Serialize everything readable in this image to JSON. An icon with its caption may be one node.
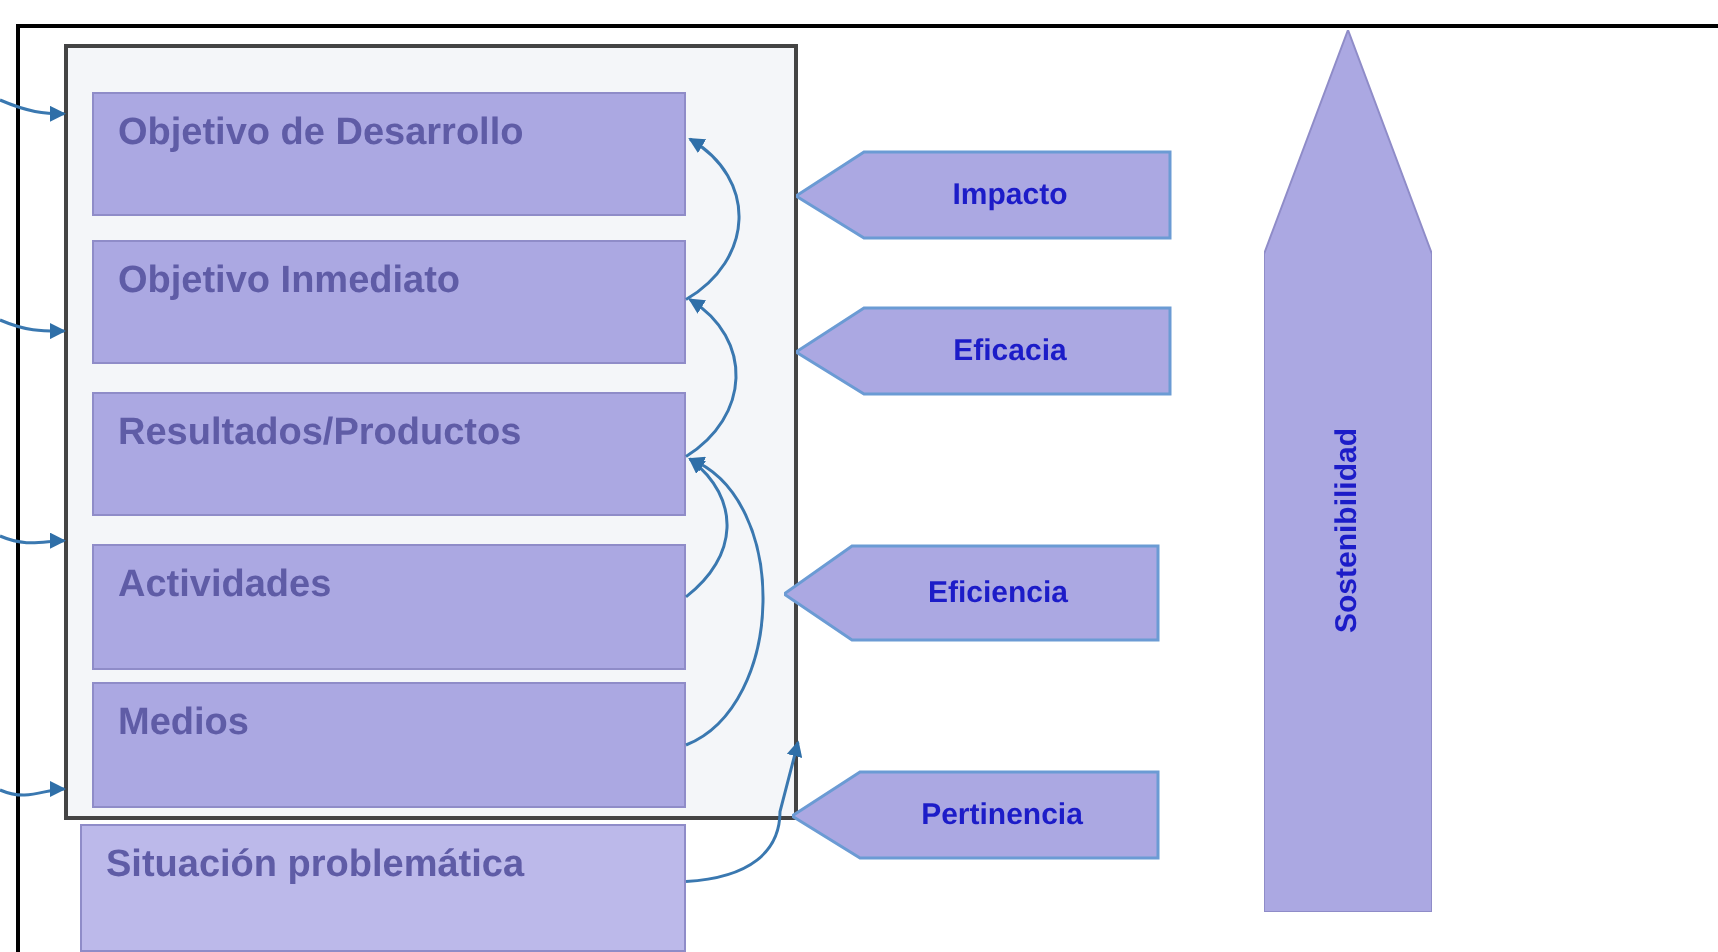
{
  "diagram": {
    "nodes": [
      {
        "text": [],
        "shape": "box"
      },
      {
        "text": [
          "Objetivo de Desarrollo"
        ],
        "in": 0
      },
      {
        "text": [
          "Objetivo Inmediato"
        ],
        "in": 0
      },
      {
        "text": [
          "Resultados/Productos"
        ],
        "in": 0
      },
      {
        "text": [
          "Actividades"
        ],
        "in": 0
      },
      {
        "text": [
          "Medios"
        ],
        "in": 0
      },
      {
        "text": [
          "Situación problemática"
        ]
      },
      {
        "text": [
          "Impacto"
        ]
      },
      {
        "text": [
          "Eficacia"
        ]
      },
      {
        "text": [
          "Eficiencia"
        ]
      },
      {
        "text": [
          "Pertinencia"
        ]
      },
      {
        "text": [
          "Sostenibilidad"
        ]
      }
    ],
    "edges": [
      {
        "from": 2,
        "to": 1,
        "arrow": "to"
      },
      {
        "from": 3,
        "to": 2,
        "arrow": "to"
      },
      {
        "from": 4,
        "to": 3,
        "arrow": "to"
      },
      {
        "from": 5,
        "to": 3,
        "arrow": "to"
      },
      {
        "from": 6,
        "to": 0,
        "arrow": "to"
      },
      {
        "from": null,
        "to": 0,
        "arrow": "to"
      },
      {
        "from": null,
        "to": 0,
        "arrow": "to"
      },
      {
        "from": null,
        "to": 0,
        "arrow": "to"
      },
      {
        "from": null,
        "to": 0,
        "arrow": "to"
      }
    ]
  }
}
